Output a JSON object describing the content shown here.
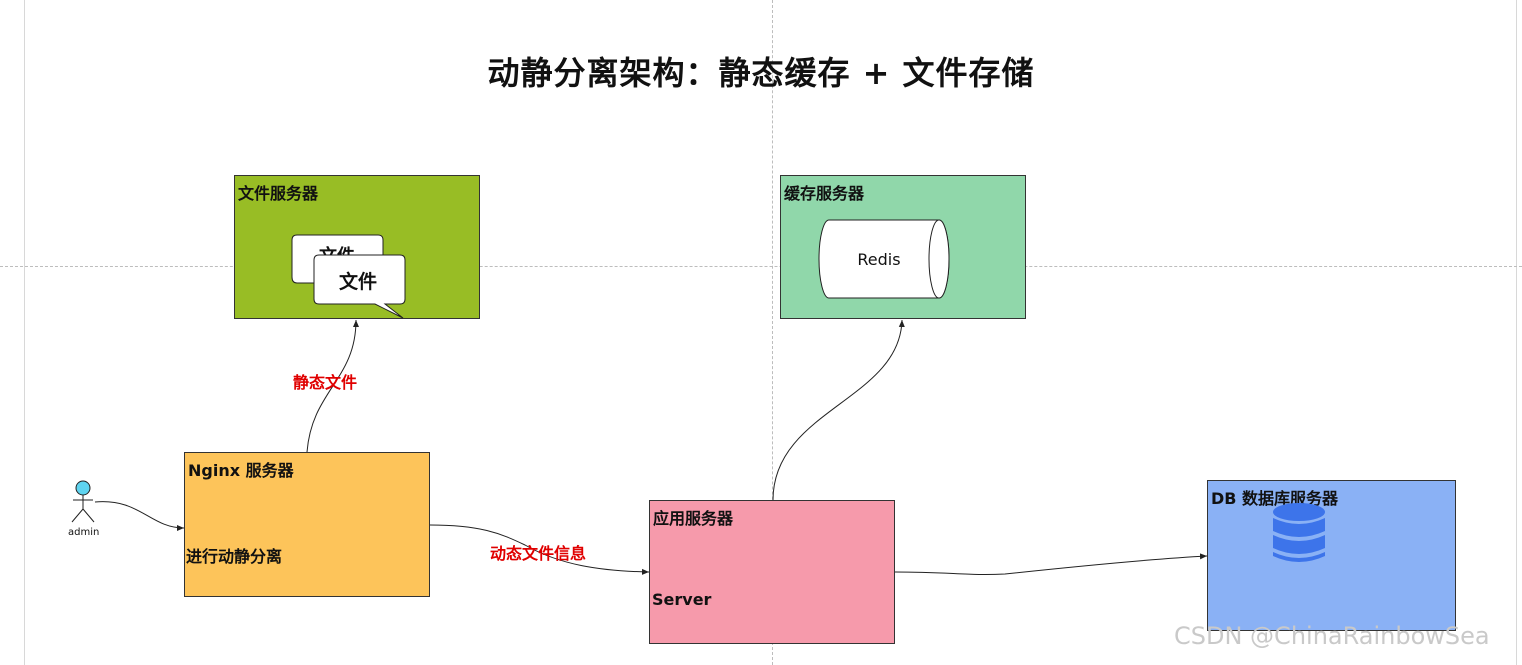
{
  "title": "动静分离架构：静态缓存 + 文件存储",
  "nodes": {
    "file_server": {
      "label": "文件服务器",
      "back_bubble": "文件",
      "front_bubble": "文件",
      "color": "#98bd25"
    },
    "cache_server": {
      "label": "缓存服务器",
      "redis": "Redis",
      "color": "#90d7aa"
    },
    "nginx_server": {
      "label": "Nginx 服务器",
      "sublabel": "进行动静分离",
      "color": "#fdc45a"
    },
    "app_server": {
      "label": "应用服务器",
      "sublabel": "Server",
      "color": "#f69aab"
    },
    "db_server": {
      "label": "DB 数据库服务器",
      "icon": "database-icon",
      "icon_color": "#3d74ea",
      "color": "#8ab1f5"
    },
    "actor": {
      "label": "admin",
      "icon": "user-icon",
      "color": "#5fd4f0"
    }
  },
  "edges": {
    "static_files": "静态文件",
    "dynamic_info": "动态文件信息"
  },
  "watermark": "CSDN @ChinaRainbowSea"
}
